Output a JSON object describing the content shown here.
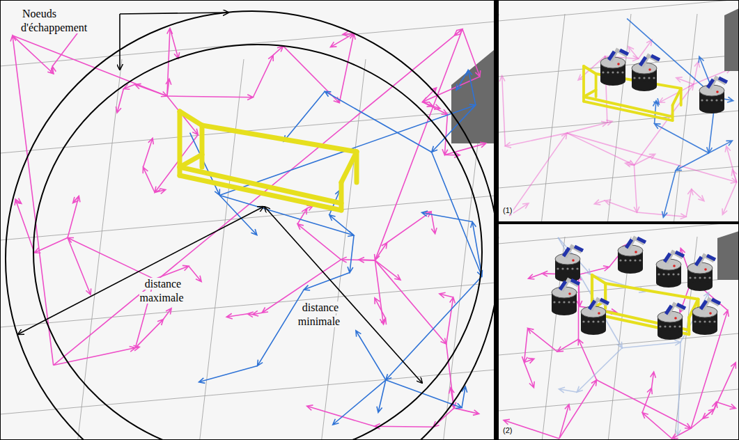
{
  "diagram": {
    "labels": [
      "Noeuds d'échappement",
      "distance maximale",
      "distance minimale",
      "(1)",
      "(2)"
    ]
  }
}
